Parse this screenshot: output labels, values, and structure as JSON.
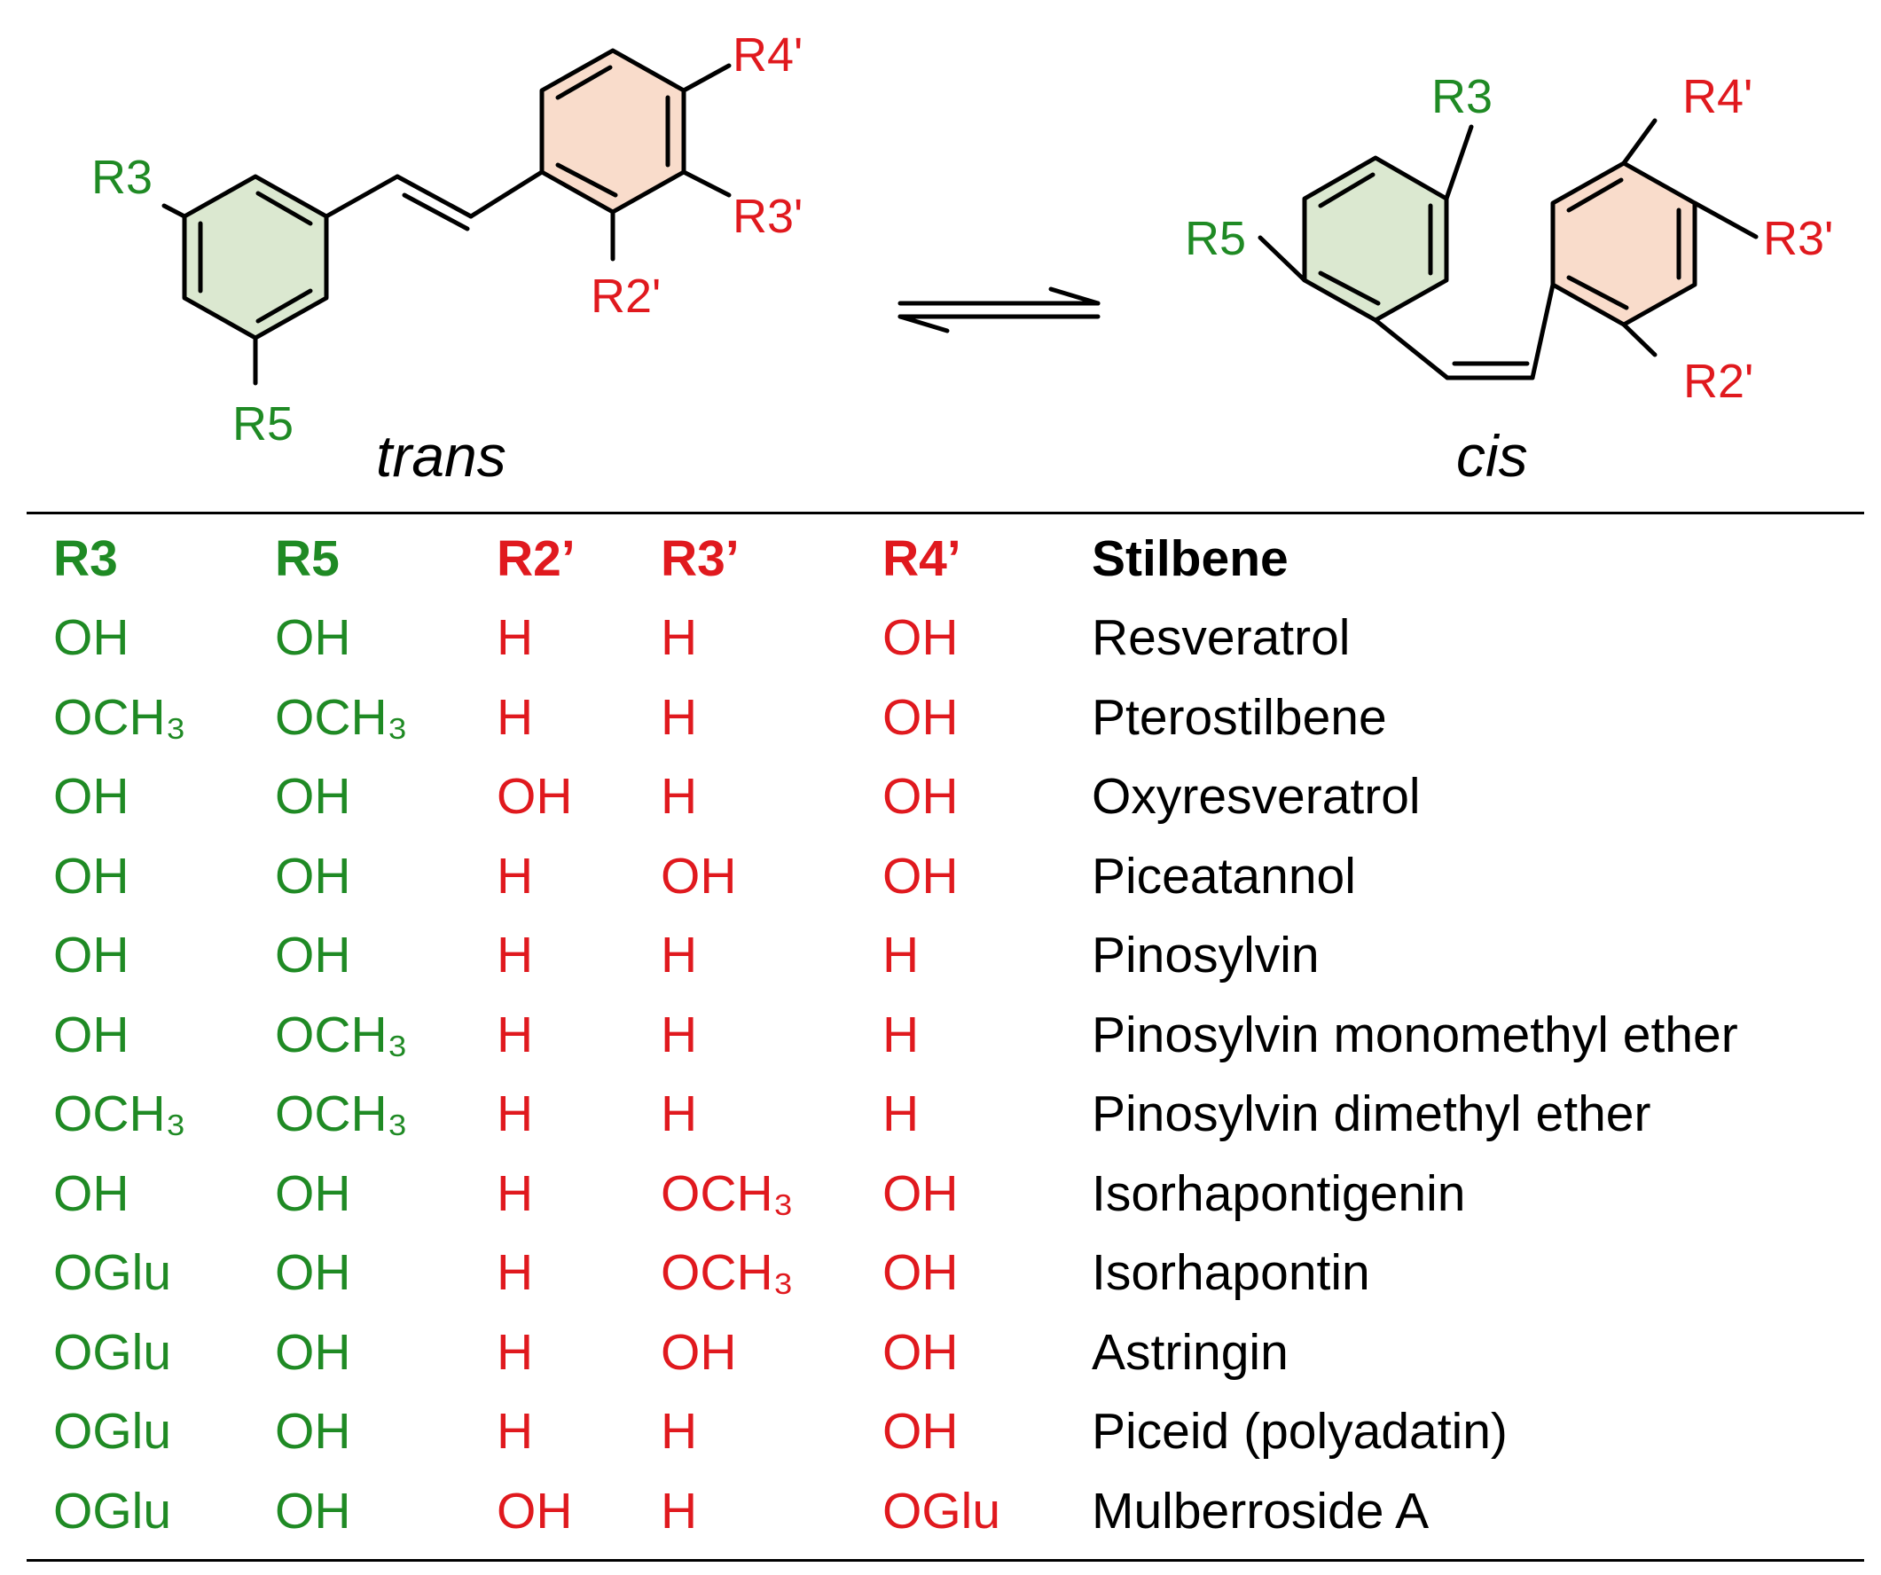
{
  "colors": {
    "ring_a_substituent": "#1f8a24",
    "ring_b_substituent": "#e0191e",
    "ring_a_fill": "#dbe8d0",
    "ring_b_fill": "#f9dccb",
    "text": "#000000"
  },
  "scheme": {
    "trans_caption": "trans",
    "cis_caption": "cis",
    "trans_labels": {
      "r3": "R3",
      "r5": "R5",
      "r2p": "R2'",
      "r3p": "R3'",
      "r4p": "R4'"
    },
    "cis_labels": {
      "r3": "R3",
      "r5": "R5",
      "r2p": "R2'",
      "r3p": "R3'",
      "r4p": "R4'"
    }
  },
  "table": {
    "headers": [
      "R3",
      "R5",
      "R2’",
      "R3’",
      "R4’",
      "Stilbene"
    ],
    "rows": [
      [
        "OH",
        "OH",
        "H",
        "H",
        "OH",
        "Resveratrol"
      ],
      [
        "OCH₃",
        "OCH₃",
        "H",
        "H",
        "OH",
        "Pterostilbene"
      ],
      [
        "OH",
        "OH",
        "OH",
        "H",
        "OH",
        "Oxyresveratrol"
      ],
      [
        "OH",
        "OH",
        "H",
        "OH",
        "OH",
        "Piceatannol"
      ],
      [
        "OH",
        "OH",
        "H",
        "H",
        "H",
        "Pinosylvin"
      ],
      [
        "OH",
        "OCH₃",
        "H",
        "H",
        "H",
        "Pinosylvin monomethyl ether"
      ],
      [
        "OCH₃",
        "OCH₃",
        "H",
        "H",
        "H",
        "Pinosylvin dimethyl ether"
      ],
      [
        "OH",
        "OH",
        "H",
        "OCH₃",
        "OH",
        "Isorhapontigenin"
      ],
      [
        "OGlu",
        "OH",
        "H",
        "OCH₃",
        "OH",
        "Isorhapontin"
      ],
      [
        "OGlu",
        "OH",
        "H",
        "OH",
        "OH",
        "Astringin"
      ],
      [
        "OGlu",
        "OH",
        "H",
        "H",
        "OH",
        "Piceid (polyadatin)"
      ],
      [
        "OGlu",
        "OH",
        "OH",
        "H",
        "OGlu",
        "Mulberroside A"
      ]
    ]
  }
}
